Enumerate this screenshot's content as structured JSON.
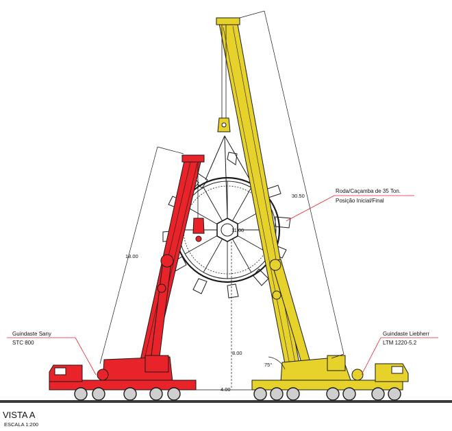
{
  "colors": {
    "red_crane": "#e8232a",
    "yellow_crane": "#e6d22a",
    "leader_line": "#e8232a",
    "ground": "#3a3a3a",
    "outline": "#1a1a1a"
  },
  "labels": {
    "wheel_line1": "Roda/Caçamba de 35 Ton.",
    "wheel_line2": "Posição Inicial/Final",
    "left_crane_line1": "Guindaste Sany",
    "left_crane_line2": "STC 800",
    "right_crane_line1": "Guindaste Liebherr",
    "right_crane_line2": "LTM 1220-5.2"
  },
  "dimensions": {
    "right_boom": "30.50",
    "left_boom": "18.00",
    "hub_height": "8.00",
    "spacing": "4.00",
    "angle": "75°",
    "wheel_radius": "11.00"
  },
  "footer": {
    "view_title": "VISTA A",
    "scale": "ESCALA 1:200"
  }
}
